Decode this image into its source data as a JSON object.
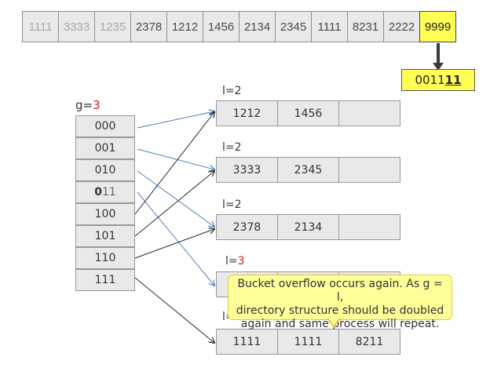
{
  "sequence": {
    "cells": [
      {
        "value": "1111",
        "state": "faded"
      },
      {
        "value": "3333",
        "state": "faded"
      },
      {
        "value": "1235",
        "state": "faded"
      },
      {
        "value": "2378",
        "state": "normal"
      },
      {
        "value": "1212",
        "state": "normal"
      },
      {
        "value": "1456",
        "state": "normal"
      },
      {
        "value": "2134",
        "state": "normal"
      },
      {
        "value": "2345",
        "state": "normal"
      },
      {
        "value": "1111",
        "state": "normal"
      },
      {
        "value": "8231",
        "state": "normal"
      },
      {
        "value": "2222",
        "state": "normal"
      },
      {
        "value": "9999",
        "state": "highlight"
      }
    ]
  },
  "hash": {
    "prefix": "0011",
    "suffix": "11"
  },
  "directory": {
    "global_label": "g=",
    "global_depth": "3",
    "entries": [
      {
        "bold": "",
        "rest": "000"
      },
      {
        "bold": "",
        "rest": "001"
      },
      {
        "bold": "",
        "rest": "010"
      },
      {
        "bold": "0",
        "rest": "11"
      },
      {
        "bold": "",
        "rest": "100"
      },
      {
        "bold": "",
        "rest": "101"
      },
      {
        "bold": "",
        "rest": "110"
      },
      {
        "bold": "",
        "rest": "111"
      }
    ]
  },
  "buckets": [
    {
      "label": "l=",
      "depth": "2",
      "depth_color": "normal",
      "slots": [
        "1212",
        "1456",
        ""
      ]
    },
    {
      "label": "l=",
      "depth": "2",
      "depth_color": "normal",
      "slots": [
        "3333",
        "2345",
        ""
      ]
    },
    {
      "label": "l=",
      "depth": "2",
      "depth_color": "normal",
      "slots": [
        "2378",
        "2134",
        ""
      ]
    },
    {
      "label": "l=",
      "depth": "3",
      "depth_color": "red",
      "slots": [
        "",
        "",
        ""
      ]
    },
    {
      "label": "l=",
      "depth": "3",
      "depth_color": "red",
      "slots": [
        "1111",
        "1111",
        "8211"
      ]
    }
  ],
  "callout": {
    "lines": [
      "Bucket overflow occurs again. As g = l,",
      "directory structure should be doubled",
      "again and same process will repeat."
    ]
  },
  "colors": {
    "highlight": "#ffff55",
    "callout_bg": "#ffff99",
    "arrow_blue": "#4f7fbf",
    "arrow_dark": "#2b2b2b",
    "depth_red": "#d22020"
  }
}
